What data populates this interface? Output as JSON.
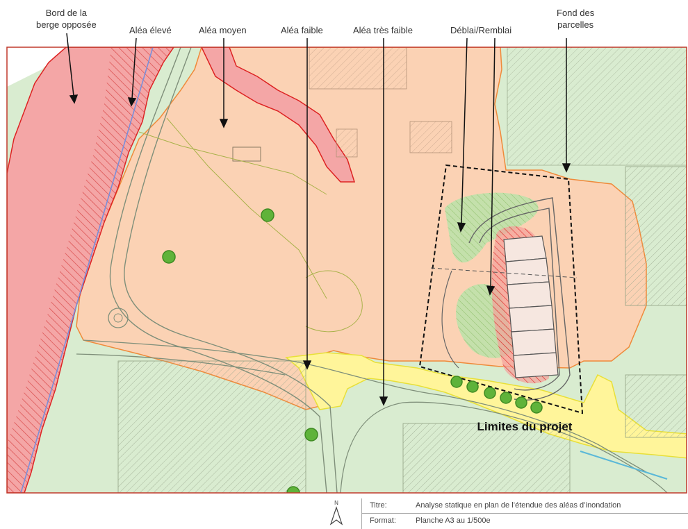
{
  "labels": {
    "bord_berge": [
      "Bord de la",
      "berge opposée"
    ],
    "alea_eleve": "Aléa élevé",
    "alea_moyen": "Aléa moyen",
    "alea_faible": "Aléa faible",
    "alea_tres_faible": "Aléa très faible",
    "deblai_remblai": "Déblai/Remblai",
    "fond_parcelles": [
      "Fond des",
      "parcelles"
    ],
    "limites_projet": "Limites du projet"
  },
  "north_label": "N",
  "title_block": {
    "title_key": "Titre:",
    "title_value": "Analyse statique en plan de l’étendue des aléas d’inondation",
    "format_key": "Format:",
    "format_value": "Planche A3 au 1/500e"
  },
  "colors": {
    "alea_eleve": "#f4a6a6",
    "alea_moyen": "#fbd2b4",
    "alea_faible": "#fff59a",
    "alea_tres_faible": "#d9ecd0",
    "deblai": "#f3a09a",
    "remblai": "#b9dca0",
    "frame": "#c0392b"
  }
}
